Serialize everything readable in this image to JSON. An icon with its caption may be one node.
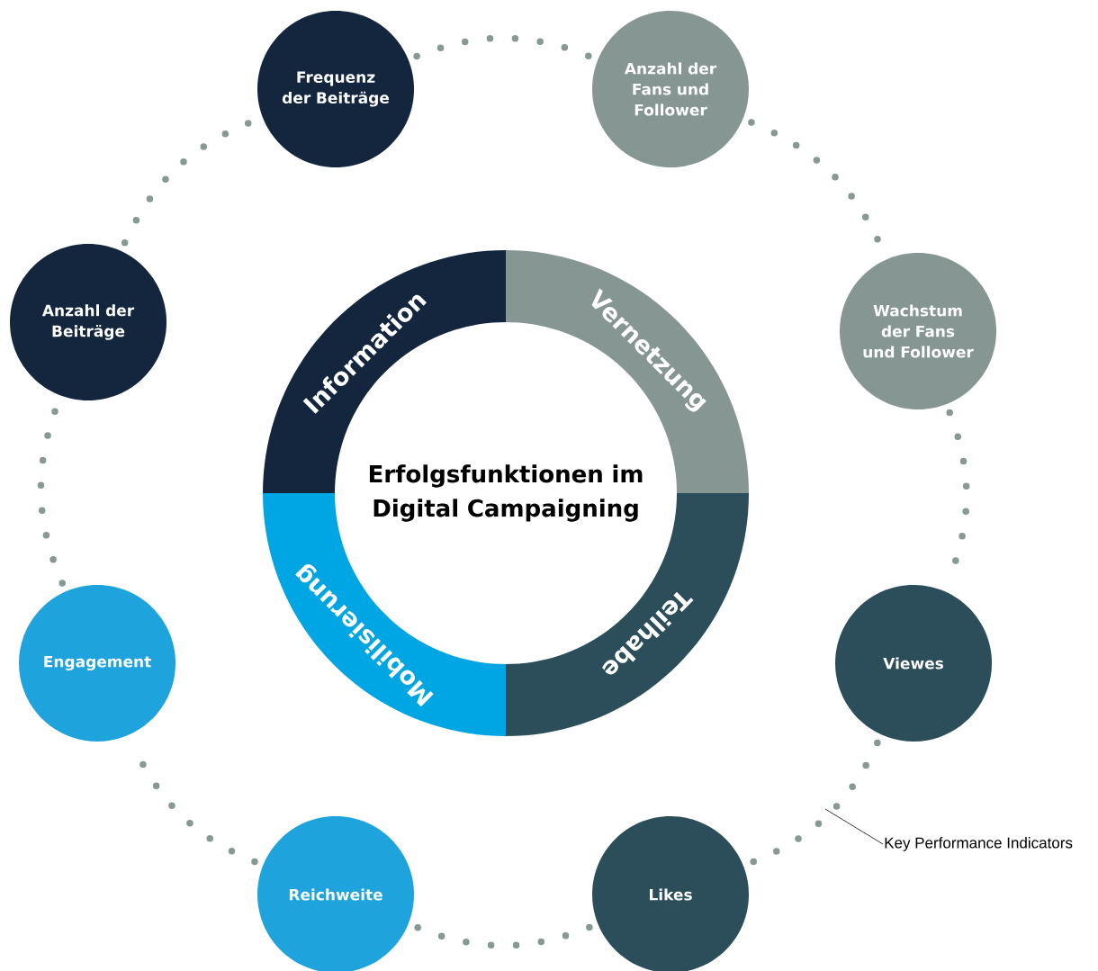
{
  "diagram": {
    "nodes": [
      {
        "text": [
          "Frequenz der Beiträge"
        ]
      },
      {
        "text": [
          "Anzahl der Fans und Follower"
        ]
      },
      {
        "text": [
          "Anzahl der Beiträge"
        ]
      },
      {
        "text": [
          "Information"
        ]
      },
      {
        "text": [
          "Vernetzung"
        ]
      },
      {
        "text": [
          "Wachstum der Fans und Follower"
        ]
      },
      {
        "text": [
          "Erfolgsfunktionen im Digital Campaigning"
        ]
      },
      {
        "text": [
          "Mobilisierung"
        ]
      },
      {
        "text": [
          "Teilhabe"
        ]
      },
      {
        "text": [
          "Engagement"
        ]
      },
      {
        "text": [
          "Viewes"
        ]
      },
      {
        "text": [
          "Key Performance Indicators"
        ]
      },
      {
        "text": [
          "Reichweite"
        ]
      },
      {
        "text": [
          "Likes"
        ]
      }
    ],
    "edges": [
      {
        "from": 0,
        "to": 1,
        "arrow": "none",
        "style": "dashed"
      },
      {
        "from": 1,
        "to": 5,
        "arrow": "none",
        "style": "dashed"
      },
      {
        "from": 5,
        "to": 10,
        "arrow": "none",
        "style": "dashed"
      },
      {
        "from": 10,
        "to": 13,
        "arrow": "none",
        "style": "dashed"
      },
      {
        "from": 13,
        "to": 12,
        "arrow": "none",
        "style": "dashed"
      },
      {
        "from": 12,
        "to": 9,
        "arrow": "none",
        "style": "dashed"
      },
      {
        "from": 9,
        "to": 2,
        "arrow": "none",
        "style": "dashed"
      },
      {
        "from": 2,
        "to": 0,
        "arrow": "none",
        "style": "dashed"
      },
      {
        "from": 11,
        "to": null,
        "arrow": "none",
        "color": "#222222"
      }
    ]
  }
}
